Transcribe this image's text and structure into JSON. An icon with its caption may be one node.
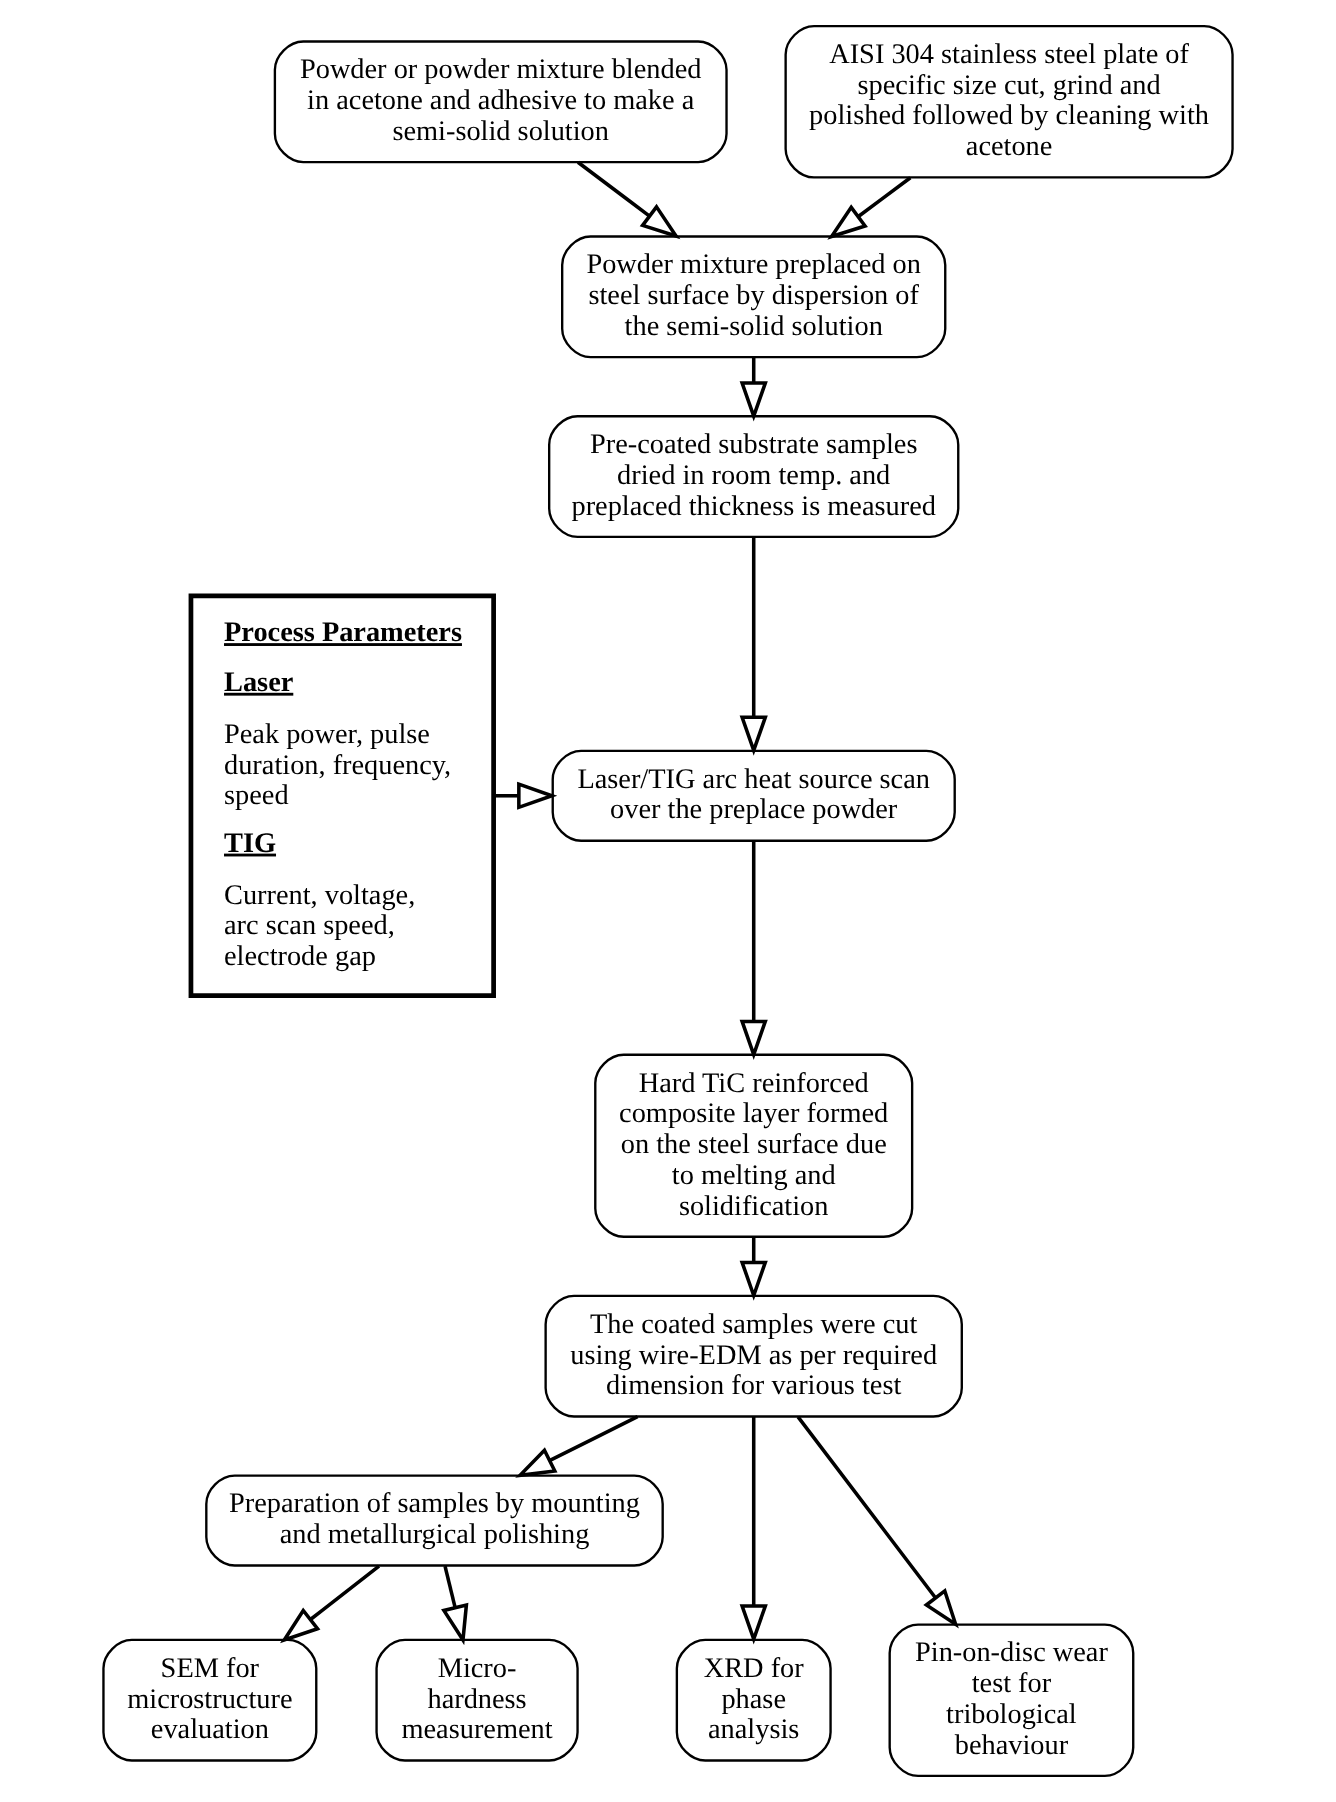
{
  "diagram": {
    "nodes": [
      {
        "text": [
          "Powder or powder mixture blended in acetone and adhesive to make a semi-solid solution"
        ]
      },
      {
        "text": [
          "AISI 304 stainless steel plate of specific size cut, grind and polished followed by cleaning with acetone"
        ]
      },
      {
        "text": [
          "Powder mixture preplaced on steel surface by dispersion of the semi-solid solution"
        ]
      },
      {
        "text": [
          "Process Parameters",
          "Laser",
          "Peak power, pulse duration, frequency, speed",
          "TIG",
          "Current, voltage, arc scan speed, electrode gap"
        ]
      },
      {
        "text": [
          "Pre-coated substrate samples dried in room temp. and preplaced thickness is measured"
        ]
      },
      {
        "text": [
          "Laser/TIG arc heat source scan over the preplace powder"
        ]
      },
      {
        "text": [
          "Hard TiC reinforced composite layer formed on the steel surface due to melting and solidification"
        ]
      },
      {
        "text": [
          "The coated samples were cut using wire-EDM as per required dimension for various test"
        ]
      },
      {
        "text": [
          "Preparation of samples by mounting and metallurgical polishing"
        ]
      },
      {
        "text": [
          "XRD for phase analysis"
        ]
      },
      {
        "text": [
          "SEM for microstructure evaluation"
        ]
      },
      {
        "text": [
          "Micro-hardness measurement"
        ]
      },
      {
        "text": [
          "Pin-on-disc wear test for tribological behaviour"
        ]
      }
    ],
    "edges": [
      {
        "from": 0,
        "to": 2,
        "arrow": "to"
      },
      {
        "from": 1,
        "to": 2,
        "arrow": "to"
      },
      {
        "from": 2,
        "to": 4,
        "arrow": "to"
      },
      {
        "from": 4,
        "to": 5,
        "arrow": "to"
      },
      {
        "from": 3,
        "to": 5,
        "arrow": "to"
      },
      {
        "from": 5,
        "to": 6,
        "arrow": "to"
      },
      {
        "from": 6,
        "to": 7,
        "arrow": "to"
      },
      {
        "from": 7,
        "to": 9,
        "arrow": "to"
      },
      {
        "from": 7,
        "to": 8,
        "arrow": "to"
      },
      {
        "from": 7,
        "to": 12,
        "arrow": "to"
      },
      {
        "from": 8,
        "to": 10,
        "arrow": "to"
      },
      {
        "from": 8,
        "to": 11,
        "arrow": "to"
      }
    ]
  }
}
